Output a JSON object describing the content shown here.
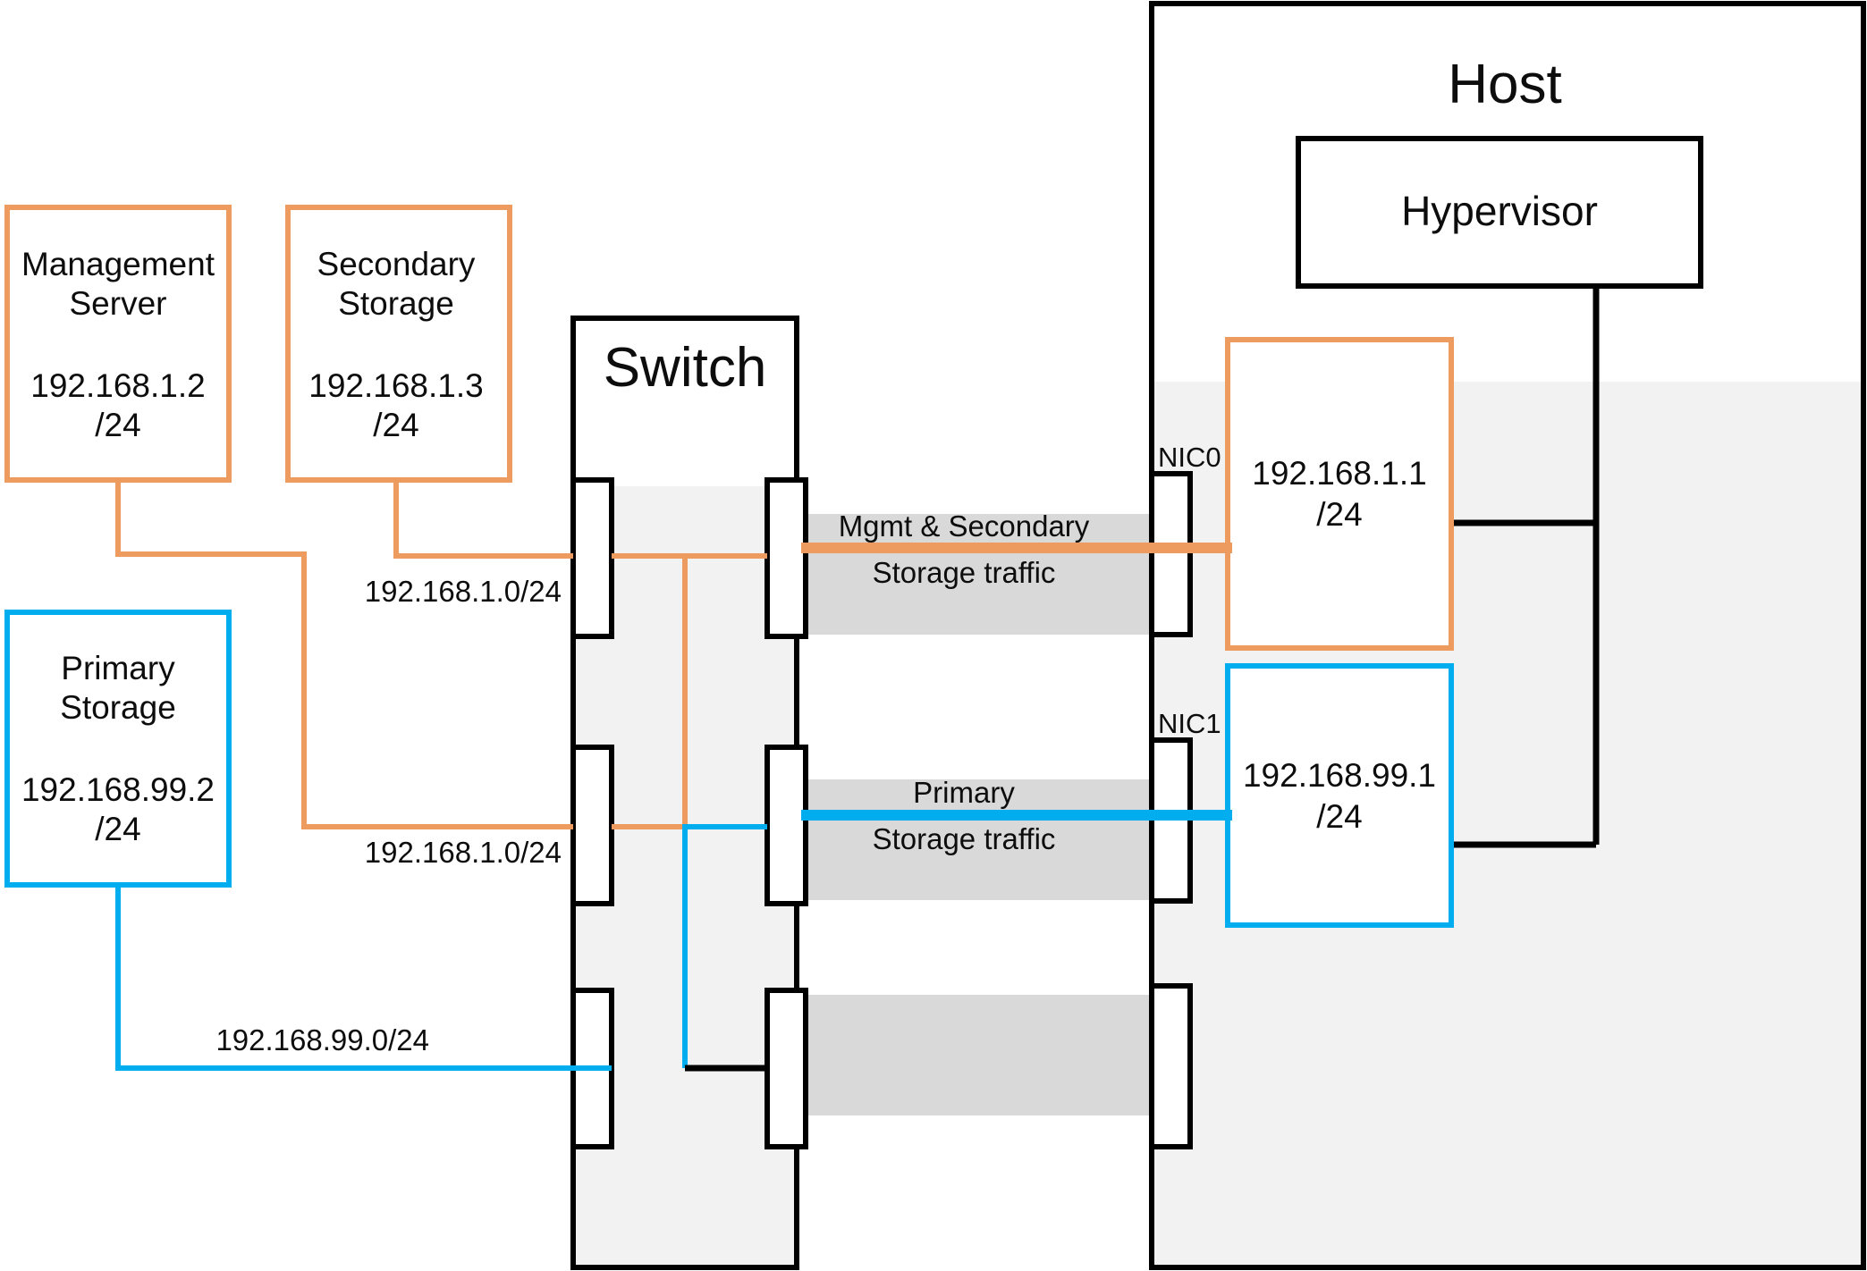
{
  "diagram": {
    "title_host": "Host",
    "title_switch": "Switch",
    "colors": {
      "orange": "#ED9B5E",
      "blue": "#00AEEF",
      "black": "#000000",
      "band_gray": "#D9D9D9",
      "panel_fill": "#F2F2F2",
      "text": "#0D0D0D"
    }
  },
  "nodes": {
    "management_server": {
      "name_line1": "Management",
      "name_line2": "Server",
      "ip_line1": "192.168.1.2",
      "ip_line2": "/24",
      "border_color": "#ED9B5E"
    },
    "secondary_storage": {
      "name_line1": "Secondary",
      "name_line2": "Storage",
      "ip_line1": "192.168.1.3",
      "ip_line2": "/24",
      "border_color": "#ED9B5E"
    },
    "primary_storage": {
      "name_line1": "Primary",
      "name_line2": "Storage",
      "ip_line1": "192.168.99.2",
      "ip_line2": "/24",
      "border_color": "#00AEEF"
    },
    "switch": {
      "label": "Switch"
    },
    "host": {
      "label": "Host"
    },
    "hypervisor": {
      "label": "Hypervisor"
    },
    "host_nic0_iface": {
      "ip_line1": "192.168.1.1",
      "ip_line2": "/24",
      "border_color": "#ED9B5E"
    },
    "host_nic1_iface": {
      "ip_line1": "192.168.99.1",
      "ip_line2": "/24",
      "border_color": "#00AEEF"
    }
  },
  "nic_labels": {
    "nic0": "NIC0",
    "nic1": "NIC1"
  },
  "network_labels": {
    "mgmt_top": "192.168.1.0/24",
    "mgmt_bottom": "192.168.1.0/24",
    "primary": "192.168.99.0/24"
  },
  "traffic_bands": [
    {
      "line1": "Mgmt & Secondary",
      "line2": "Storage traffic",
      "line_color": "#ED9B5E"
    },
    {
      "line1": "Primary",
      "line2": "Storage traffic",
      "line_color": "#00AEEF"
    }
  ]
}
